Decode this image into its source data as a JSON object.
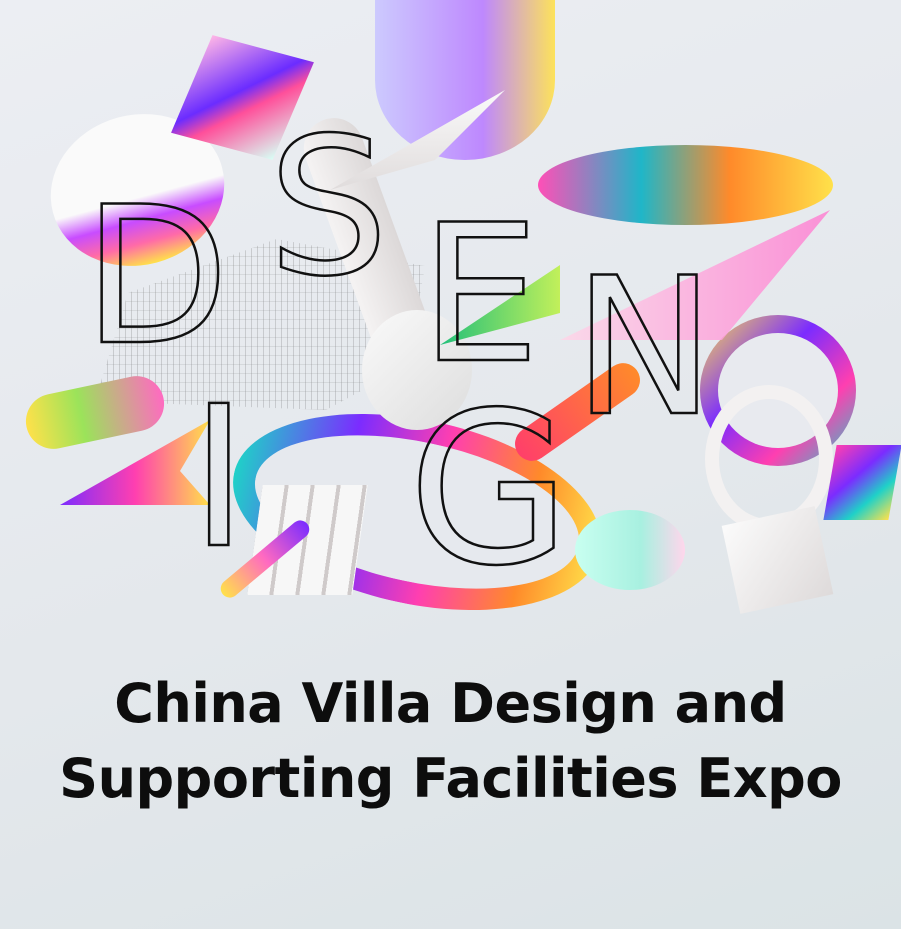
{
  "poster": {
    "art_letters": [
      "D",
      "S",
      "E",
      "N",
      "I",
      "G"
    ],
    "title_line1": "China Villa Design and",
    "title_line2": "Supporting Facilities Expo"
  },
  "colors": {
    "background": "#e6e9ee",
    "text": "#0d0d0d",
    "gradient_stops": [
      "#ff3fb0",
      "#7b2cff",
      "#1fd1c8",
      "#ffe14a",
      "#ff8a2a"
    ]
  }
}
